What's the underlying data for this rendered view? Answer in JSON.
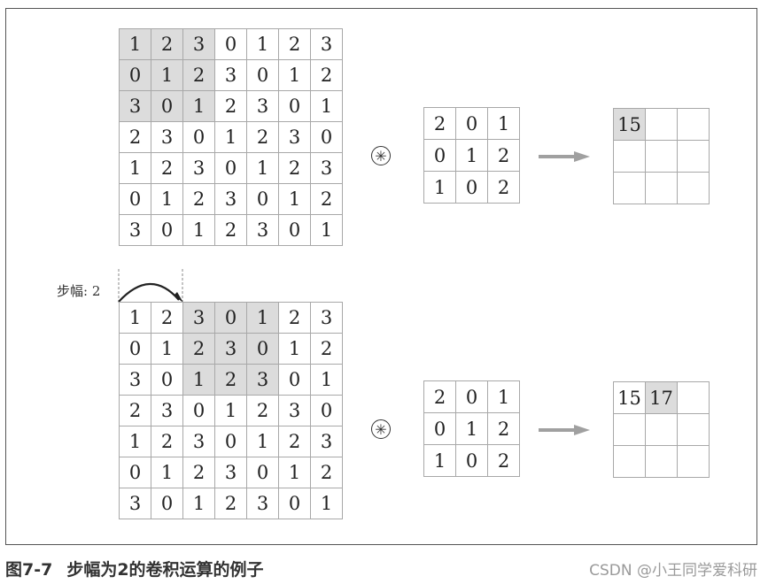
{
  "top": {
    "input": [
      [
        "1",
        "2",
        "3",
        "0",
        "1",
        "2",
        "3"
      ],
      [
        "0",
        "1",
        "2",
        "3",
        "0",
        "1",
        "2"
      ],
      [
        "3",
        "0",
        "1",
        "2",
        "3",
        "0",
        "1"
      ],
      [
        "2",
        "3",
        "0",
        "1",
        "2",
        "3",
        "0"
      ],
      [
        "1",
        "2",
        "3",
        "0",
        "1",
        "2",
        "3"
      ],
      [
        "0",
        "1",
        "2",
        "3",
        "0",
        "1",
        "2"
      ],
      [
        "3",
        "0",
        "1",
        "2",
        "3",
        "0",
        "1"
      ]
    ],
    "operator": "✳",
    "filter": [
      [
        "2",
        "0",
        "1"
      ],
      [
        "0",
        "1",
        "2"
      ],
      [
        "1",
        "0",
        "2"
      ]
    ],
    "output": [
      [
        "15",
        "",
        ""
      ],
      [
        "",
        "",
        ""
      ],
      [
        "",
        "",
        ""
      ]
    ]
  },
  "bottom": {
    "stride_label": "步幅: 2",
    "input": [
      [
        "1",
        "2",
        "3",
        "0",
        "1",
        "2",
        "3"
      ],
      [
        "0",
        "1",
        "2",
        "3",
        "0",
        "1",
        "2"
      ],
      [
        "3",
        "0",
        "1",
        "2",
        "3",
        "0",
        "1"
      ],
      [
        "2",
        "3",
        "0",
        "1",
        "2",
        "3",
        "0"
      ],
      [
        "1",
        "2",
        "3",
        "0",
        "1",
        "2",
        "3"
      ],
      [
        "0",
        "1",
        "2",
        "3",
        "0",
        "1",
        "2"
      ],
      [
        "3",
        "0",
        "1",
        "2",
        "3",
        "0",
        "1"
      ]
    ],
    "operator": "✳",
    "filter": [
      [
        "2",
        "0",
        "1"
      ],
      [
        "0",
        "1",
        "2"
      ],
      [
        "1",
        "0",
        "2"
      ]
    ],
    "output": [
      [
        "15",
        "17",
        ""
      ],
      [
        "",
        "",
        ""
      ],
      [
        "",
        "",
        ""
      ]
    ]
  },
  "caption": {
    "figure_number": "图7-7",
    "text": "步幅为2的卷积运算的例子"
  },
  "watermark": "CSDN @小王同学爱科研",
  "colors": {
    "highlight": "#dcdcdc",
    "grid_line": "#a8a8a8",
    "arrow": "#a0a0a0"
  }
}
